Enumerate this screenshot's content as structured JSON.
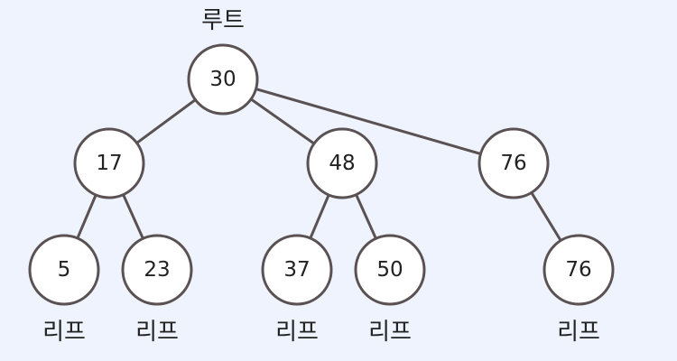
{
  "root_label": "루트",
  "leaf_label": "리프",
  "nodes": [
    {
      "id": "n30",
      "value": "30",
      "role": "root"
    },
    {
      "id": "n17",
      "value": "17",
      "role": "internal"
    },
    {
      "id": "n48",
      "value": "48",
      "role": "internal"
    },
    {
      "id": "n76a",
      "value": "76",
      "role": "internal"
    },
    {
      "id": "n5",
      "value": "5",
      "role": "leaf"
    },
    {
      "id": "n23",
      "value": "23",
      "role": "leaf"
    },
    {
      "id": "n37",
      "value": "37",
      "role": "leaf"
    },
    {
      "id": "n50",
      "value": "50",
      "role": "leaf"
    },
    {
      "id": "n76b",
      "value": "76",
      "role": "leaf"
    }
  ],
  "edges": [
    {
      "from": "n30",
      "to": "n17"
    },
    {
      "from": "n30",
      "to": "n48"
    },
    {
      "from": "n30",
      "to": "n76a"
    },
    {
      "from": "n17",
      "to": "n5"
    },
    {
      "from": "n17",
      "to": "n23"
    },
    {
      "from": "n48",
      "to": "n37"
    },
    {
      "from": "n48",
      "to": "n50"
    },
    {
      "from": "n76a",
      "to": "n76b"
    }
  ],
  "colors": {
    "background": "#EEF3FD",
    "node_fill": "#FFFFFF",
    "stroke": "#5A5152",
    "text": "#222222"
  }
}
